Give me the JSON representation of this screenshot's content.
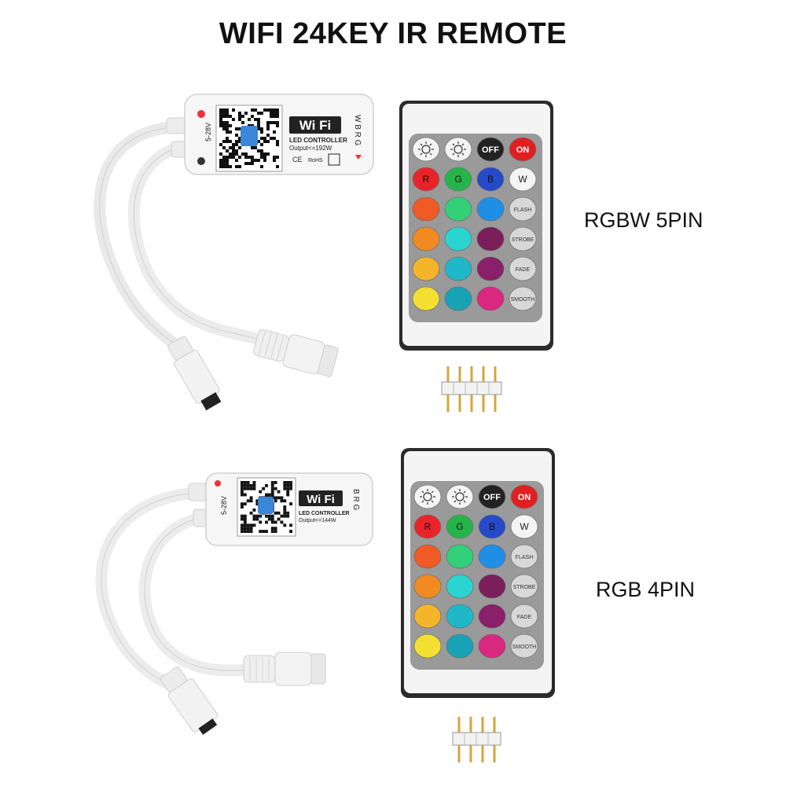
{
  "title": "WIFI 24KEY IR REMOTE",
  "sets": [
    {
      "label": "RGBW 5PIN",
      "controller": {
        "badge": "Wi Fi",
        "line1": "LED CONTROLLER",
        "line2": "Output<=192W",
        "voltage": "5-28V",
        "side": "W B R G",
        "marks": [
          "CE",
          "RoHS"
        ]
      },
      "pins": 5
    },
    {
      "label": "RGB 4PIN",
      "controller": {
        "badge": "Wi Fi",
        "line1": "LED CONTROLLER",
        "line2": "Output<=144W",
        "voltage": "5-28V",
        "side": "B R G",
        "marks": []
      },
      "pins": 4
    }
  ],
  "remote": {
    "top_row": [
      "",
      "",
      "OFF",
      "ON"
    ],
    "letter_keys": [
      "R",
      "G",
      "B",
      "W"
    ],
    "side_keys": [
      "FLASH",
      "STROBE",
      "FADE",
      "SMOOTH"
    ],
    "colors": {
      "body": "#f4f4f4",
      "frame": "#2b2b2b",
      "panel": "#9a9a9a",
      "off": "#222222",
      "on": "#e02020",
      "side_key": "#d8d8d8",
      "grid": [
        [
          "#e8242a",
          "#25b44a",
          "#2549c8"
        ],
        [
          "#f05a24",
          "#33d07a",
          "#1f8fe6"
        ],
        [
          "#f28a22",
          "#2ad4d0",
          "#7a1f5a"
        ],
        [
          "#f5b52a",
          "#20b8c8",
          "#8a1f6a"
        ],
        [
          "#f3e030",
          "#17a3b5",
          "#d9287f"
        ]
      ]
    }
  }
}
